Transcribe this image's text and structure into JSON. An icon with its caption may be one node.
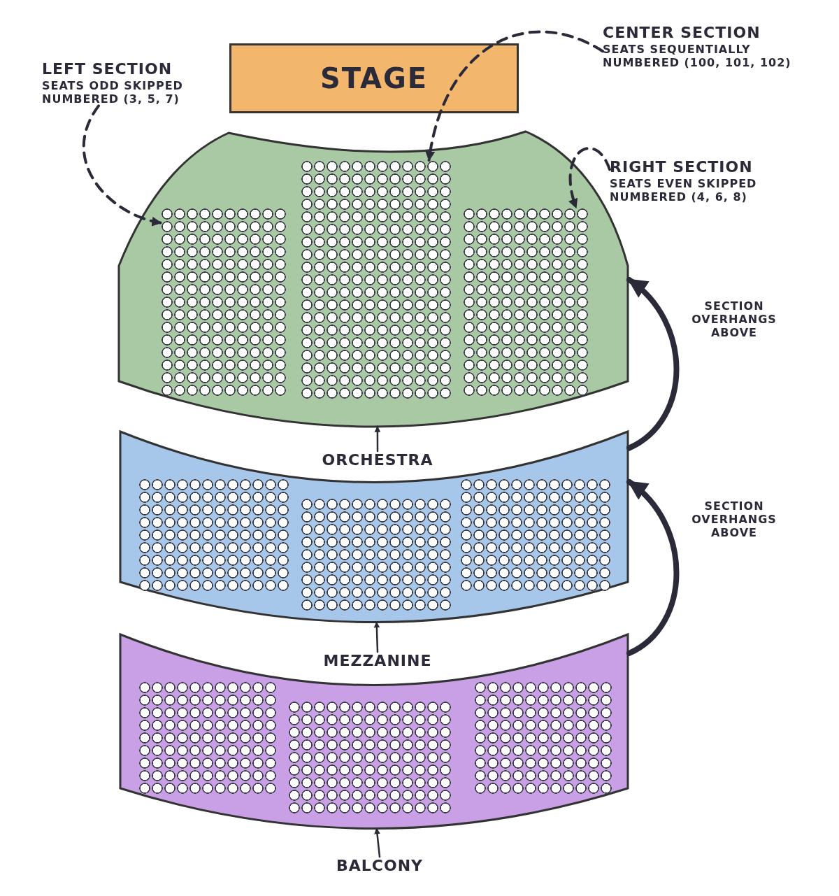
{
  "diagram": {
    "nodes": [
      {
        "text": [
          "STAGE"
        ]
      },
      {
        "text": [],
        "shape": "fan"
      },
      {
        "text": [],
        "shape": "grid",
        "in": 1
      },
      {
        "text": [],
        "shape": "grid",
        "in": 1
      },
      {
        "text": [],
        "shape": "grid",
        "in": 1
      },
      {
        "text": [],
        "shape": "band"
      },
      {
        "text": [],
        "shape": "grid",
        "in": 5
      },
      {
        "text": [],
        "shape": "grid",
        "in": 5
      },
      {
        "text": [],
        "shape": "grid",
        "in": 5
      },
      {
        "text": [],
        "shape": "band"
      },
      {
        "text": [],
        "shape": "grid",
        "in": 9
      },
      {
        "text": [],
        "shape": "grid",
        "in": 9
      },
      {
        "text": [],
        "shape": "grid",
        "in": 9
      },
      {
        "text": [
          "LEFT SECTION",
          "SEATS ODD SKIPPED NUMBERED (3, 5, 7)"
        ]
      },
      {
        "text": [
          "CENTER SECTION",
          "SEATS SEQUENTIALLY NUMBERED (100, 101, 102)"
        ]
      },
      {
        "text": [
          "RIGHT SECTION",
          "SEATS EVEN SKIPPED NUMBERED (4, 6, 8)"
        ]
      },
      {
        "text": [
          "ORCHESTRA"
        ]
      },
      {
        "text": [
          "MEZZANINE"
        ]
      },
      {
        "text": [
          "BALCONY"
        ]
      }
    ],
    "edges": [
      {
        "from": 13,
        "to": 2,
        "arrow": "to",
        "style": "dashed"
      },
      {
        "from": 14,
        "to": 3,
        "arrow": "to",
        "style": "dashed"
      },
      {
        "from": 15,
        "to": 4,
        "arrow": "to",
        "style": "dashed"
      },
      {
        "from": 16,
        "to": 1,
        "arrow": "to"
      },
      {
        "from": 17,
        "to": 5,
        "arrow": "to"
      },
      {
        "from": 18,
        "to": 9,
        "arrow": "to"
      },
      {
        "from": 5,
        "to": 1,
        "arrow": "to",
        "label": "SECTION OVERHANGS ABOVE",
        "style": "thick"
      },
      {
        "from": 9,
        "to": 5,
        "arrow": "to",
        "label": "SECTION OVERHANGS ABOVE",
        "style": "thick"
      }
    ]
  }
}
